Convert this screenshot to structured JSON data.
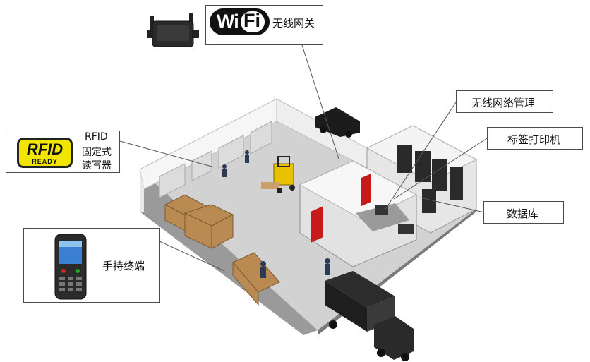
{
  "labels": {
    "wifi_logo_wi": "Wi",
    "wifi_logo_fi": "Fi",
    "wifi_gateway": "无线网关",
    "rfid_logo": "RFID",
    "rfid_logo_sub": "READY",
    "rfid_line1": "RFID",
    "rfid_line2": "固定式",
    "rfid_line3": "读写器",
    "handheld": "手持终端",
    "network_mgmt": "无线网络管理",
    "label_printer": "标签打印机",
    "database": "数据库"
  },
  "icons": [
    "wireless-gateway-icon",
    "rfid-reader-icon",
    "handheld-terminal-icon",
    "warehouse-illustration",
    "truck-icon",
    "forklift-icon",
    "server-rack-icon"
  ],
  "colors": {
    "rfid_yellow": "#f2e600",
    "wall": "#f4f4f4",
    "floor": "#cfcfcf",
    "door_red": "#c81a1a",
    "leader": "#555555"
  }
}
